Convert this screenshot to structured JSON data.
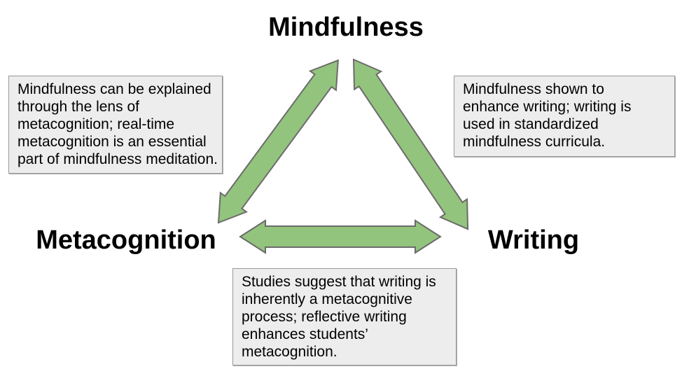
{
  "diagram": {
    "nodes": {
      "top": {
        "label": "Mindfulness"
      },
      "left": {
        "label": "Metacognition"
      },
      "right": {
        "label": "Writing"
      }
    },
    "edges": [
      {
        "from": "Mindfulness",
        "to": "Metacognition",
        "bidirectional": true
      },
      {
        "from": "Mindfulness",
        "to": "Writing",
        "bidirectional": true
      },
      {
        "from": "Metacognition",
        "to": "Writing",
        "bidirectional": true
      }
    ],
    "notes": {
      "left": {
        "relates": "Mindfulness–Metacognition",
        "lines": [
          "Mindfulness can be explained",
          "through the lens of",
          "metacognition; real-time",
          "metacognition is an essential",
          "part of mindfulness meditation."
        ]
      },
      "right": {
        "relates": "Mindfulness–Writing",
        "lines": [
          "Mindfulness shown to",
          "enhance writing; writing is",
          "used in standardized",
          "mindfulness curricula."
        ]
      },
      "bottom": {
        "relates": "Metacognition–Writing",
        "lines": [
          "Studies suggest that writing is",
          "inherently a metacognitive",
          "process; reflective writing",
          "enhances students’",
          "metacognition."
        ]
      }
    },
    "colors": {
      "arrow_fill": "#93c47d",
      "arrow_stroke": "#6b6b6b",
      "note_bg": "#ededed",
      "note_border": "#999999",
      "text": "#000000",
      "background": "#ffffff"
    }
  }
}
